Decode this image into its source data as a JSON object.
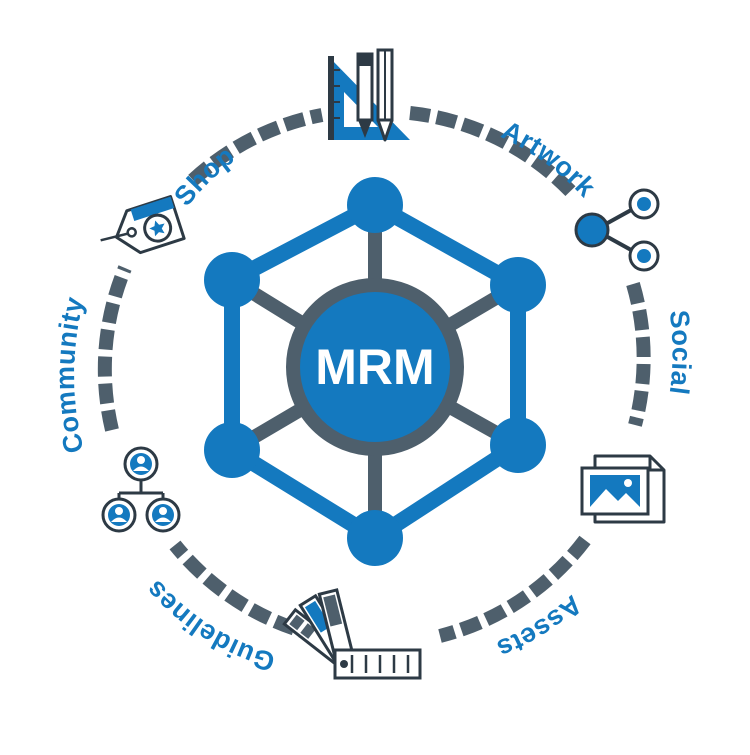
{
  "center": {
    "label": "MRM"
  },
  "segments": [
    {
      "id": "shop",
      "label": "Shop",
      "icon": "price-tag-icon"
    },
    {
      "id": "artwork",
      "label": "Artwork",
      "icon": "drawing-tools-icon"
    },
    {
      "id": "social",
      "label": "Social",
      "icon": "share-icon"
    },
    {
      "id": "assets",
      "label": "Assets",
      "icon": "image-files-icon"
    },
    {
      "id": "guidelines",
      "label": "Guidelines",
      "icon": "color-swatch-icon"
    },
    {
      "id": "community",
      "label": "Community",
      "icon": "people-network-icon"
    }
  ],
  "colors": {
    "blue": "#1479bf",
    "slate": "#4e5f6c",
    "dark": "#2d3a45",
    "white": "#ffffff"
  }
}
